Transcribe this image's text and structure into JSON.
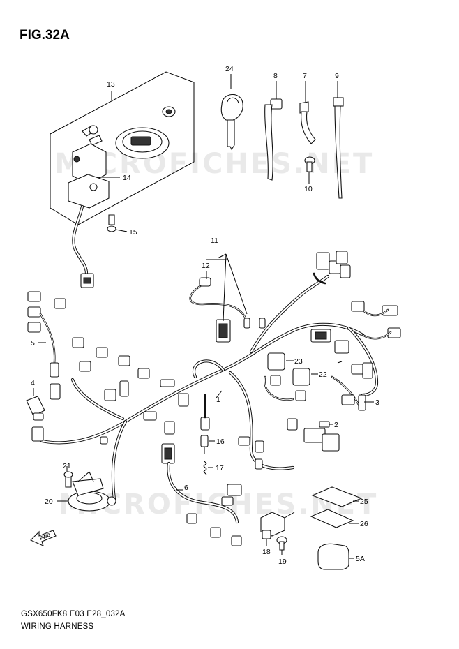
{
  "figure": {
    "title": "FIG.32A"
  },
  "watermark": "MICROFICHES.NET",
  "footer": {
    "model_code": "GSX650FK8 E03 E28_032A",
    "section_name": "WIRING HARNESS"
  },
  "fwd_arrow_label": "FWD",
  "callouts": {
    "c1": "1",
    "c2": "2",
    "c3": "3",
    "c4": "4",
    "c5": "5",
    "c5a": "5A",
    "c6": "6",
    "c7": "7",
    "c8": "8",
    "c9": "9",
    "c10": "10",
    "c11": "11",
    "c12": "12",
    "c13": "13",
    "c14": "14",
    "c15": "15",
    "c16": "16",
    "c17": "17",
    "c18": "18",
    "c19": "19",
    "c20": "20",
    "c21": "21",
    "c22": "22",
    "c23": "23",
    "c24": "24",
    "c25": "25",
    "c26": "26"
  }
}
